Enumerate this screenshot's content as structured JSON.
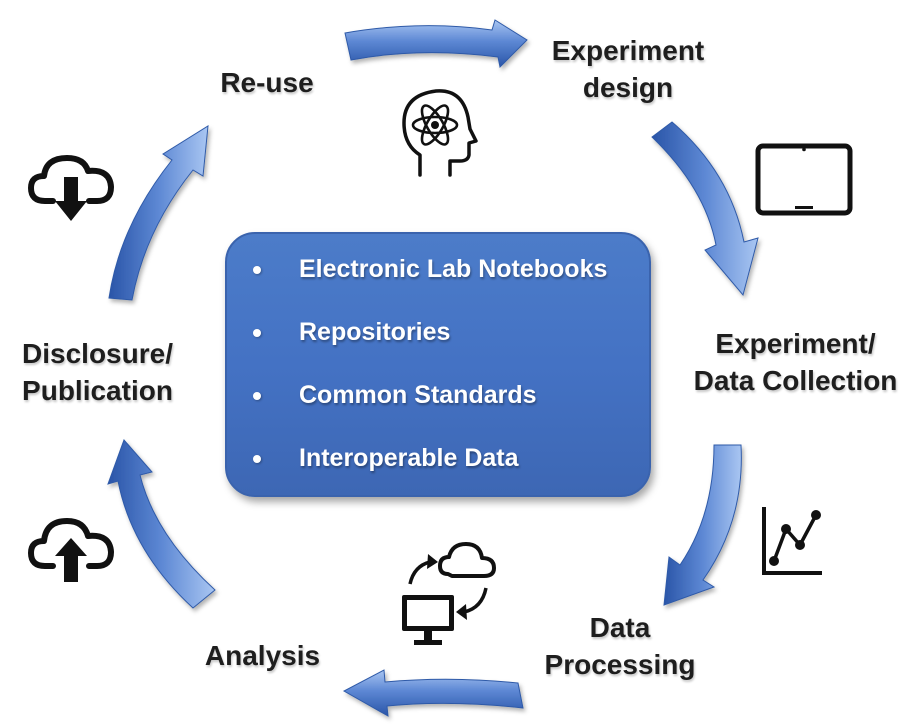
{
  "stages": {
    "reuse": {
      "lines": [
        "Re-use"
      ]
    },
    "experiment_design": {
      "lines": [
        "Experiment",
        "design"
      ]
    },
    "data_collection": {
      "lines": [
        "Experiment/",
        "Data Collection"
      ]
    },
    "data_processing": {
      "lines": [
        "Data",
        "Processing"
      ]
    },
    "analysis": {
      "lines": [
        "Analysis"
      ]
    },
    "disclosure": {
      "lines": [
        "Disclosure/",
        "Publication"
      ]
    }
  },
  "center": {
    "items": [
      "Electronic Lab Notebooks",
      "Repositories",
      "Common Standards",
      "Interoperable Data"
    ],
    "fill_color": "#4472C4"
  },
  "icons": {
    "reuse": "head-atom-icon",
    "experiment_design": "tablet-icon",
    "data_collection": "line-chart-icon",
    "data_processing": "computer-cloud-sync-icon",
    "analysis": "cloud-upload-icon",
    "disclosure": "cloud-download-icon"
  },
  "colors": {
    "arrow_light": "#8fb4ec",
    "arrow_mid": "#4a78cc",
    "arrow_dark": "#2a55a8",
    "text": "#1e1e1e"
  }
}
